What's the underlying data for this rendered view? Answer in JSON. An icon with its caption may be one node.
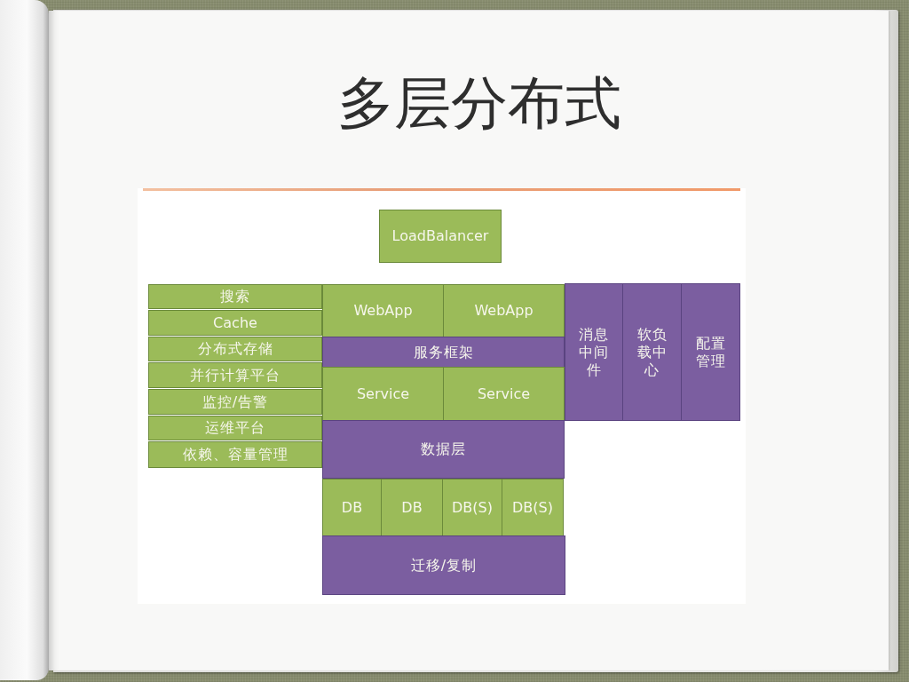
{
  "diagram": {
    "title": "多层分布式",
    "nodes": [
      {
        "text": [
          "LoadBalancer"
        ]
      },
      {
        "text": [
          "搜索"
        ]
      },
      {
        "text": [
          "Cache"
        ]
      },
      {
        "text": [
          "分布式存储"
        ]
      },
      {
        "text": [
          "并行计算平台"
        ]
      },
      {
        "text": [
          "监控/告警"
        ]
      },
      {
        "text": [
          "运维平台"
        ]
      },
      {
        "text": [
          "依赖、容量管理"
        ]
      },
      {
        "text": [
          "WebApp"
        ]
      },
      {
        "text": [
          "WebApp"
        ]
      },
      {
        "text": [
          "服务框架"
        ]
      },
      {
        "text": [
          "Service"
        ]
      },
      {
        "text": [
          "Service"
        ]
      },
      {
        "text": [
          "数据层"
        ]
      },
      {
        "text": [
          "DB"
        ]
      },
      {
        "text": [
          "DB"
        ]
      },
      {
        "text": [
          "DB(S)"
        ]
      },
      {
        "text": [
          "DB(S)"
        ]
      },
      {
        "text": [
          "迁移/复制"
        ]
      },
      {
        "text": [
          "消息中间件"
        ]
      },
      {
        "text": [
          "软负载中心"
        ]
      },
      {
        "text": [
          "配置管理"
        ]
      }
    ]
  }
}
